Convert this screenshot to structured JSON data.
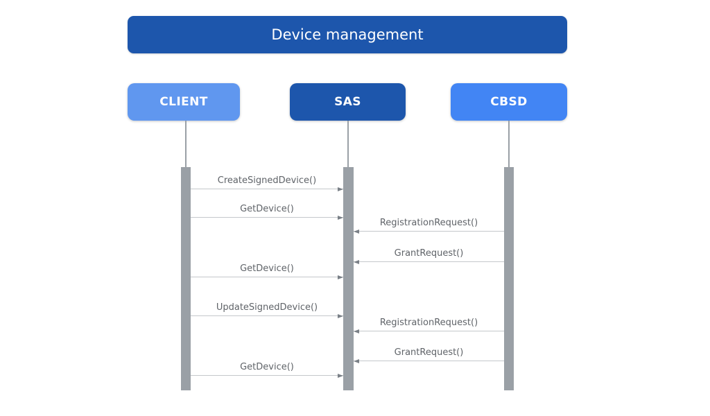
{
  "diagram": {
    "type": "sequence",
    "title": "Device management"
  },
  "actors": [
    {
      "id": "client",
      "label": "CLIENT",
      "color": "#6097ef"
    },
    {
      "id": "sas",
      "label": "SAS",
      "color": "#1d56ac"
    },
    {
      "id": "cbsd",
      "label": "CBSD",
      "color": "#4285f4"
    }
  ],
  "messages": [
    {
      "label": "CreateSignedDevice()",
      "from": "client",
      "to": "sas"
    },
    {
      "label": "GetDevice()",
      "from": "client",
      "to": "sas"
    },
    {
      "label": "RegistrationRequest()",
      "from": "cbsd",
      "to": "sas"
    },
    {
      "label": "GrantRequest()",
      "from": "cbsd",
      "to": "sas"
    },
    {
      "label": "GetDevice()",
      "from": "client",
      "to": "sas"
    },
    {
      "label": "UpdateSignedDevice()",
      "from": "client",
      "to": "sas"
    },
    {
      "label": "RegistrationRequest()",
      "from": "cbsd",
      "to": "sas"
    },
    {
      "label": "GrantRequest()",
      "from": "cbsd",
      "to": "sas"
    },
    {
      "label": "GetDevice()",
      "from": "client",
      "to": "sas"
    }
  ],
  "colors": {
    "background": "#ffffff",
    "title_bg": "#1d56ac",
    "title_text": "#ffffff",
    "actor_text": "#ffffff",
    "activation_bar": "#9aa0a6",
    "lifeline": "#9aa0a6",
    "message_line": "#c4c7cb",
    "message_arrowhead": "#7a8087",
    "message_text": "#5f6368"
  }
}
